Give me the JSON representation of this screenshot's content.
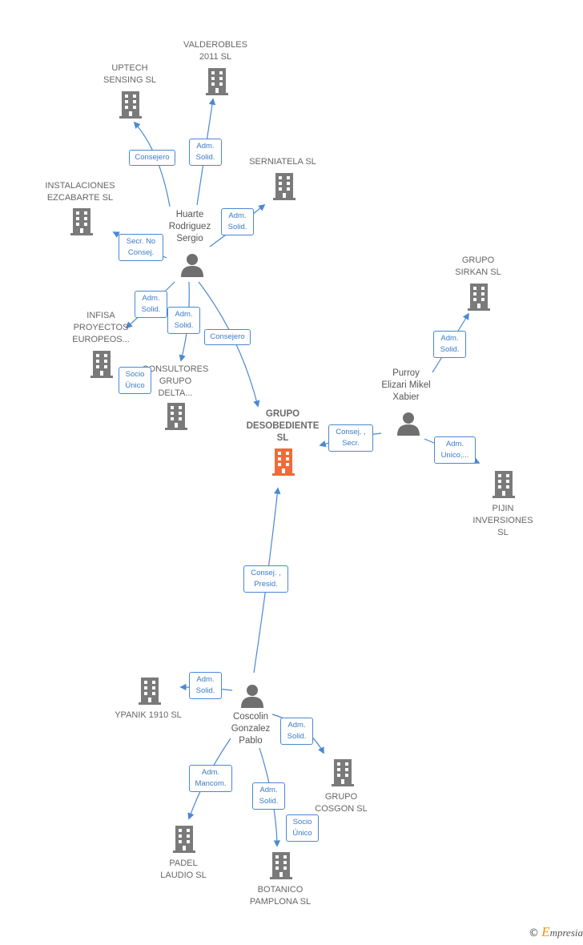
{
  "colors": {
    "edge": "#4a88d2",
    "building": "#7a7a7a",
    "building_center": "#f26a38",
    "person": "#6f6f6f"
  },
  "nodes": {
    "valderobles": {
      "lines": [
        "VALDEROBLES",
        "2011 SL"
      ],
      "icon": "building-icon"
    },
    "uptech": {
      "lines": [
        "UPTECH",
        "SENSING  SL"
      ],
      "icon": "building-icon"
    },
    "serniatela": {
      "lines": [
        "SERNIATELA  SL"
      ],
      "icon": "building-icon"
    },
    "instalaciones": {
      "lines": [
        "INSTALACIONES",
        "EZCABARTE  SL"
      ],
      "icon": "building-icon"
    },
    "infisa": {
      "lines": [
        "INFISA",
        "PROYECTOS",
        "EUROPEOS..."
      ],
      "icon": "building-icon"
    },
    "consultores": {
      "lines": [
        "CONSULTORES",
        "GRUPO",
        "DELTA..."
      ],
      "icon": "building-icon"
    },
    "grupo_sirkan": {
      "lines": [
        "GRUPO",
        "SIRKAN  SL"
      ],
      "icon": "building-icon"
    },
    "grupo_desobediente": {
      "lines": [
        "GRUPO",
        "DESOBEDIENTE",
        "SL"
      ],
      "icon": "building-icon"
    },
    "pijin": {
      "lines": [
        "PIJIN",
        "INVERSIONES",
        "SL"
      ],
      "icon": "building-icon"
    },
    "ypanik": {
      "lines": [
        "YPANIK 1910  SL"
      ],
      "icon": "building-icon"
    },
    "grupo_cosgon": {
      "lines": [
        "GRUPO",
        "COSGON  SL"
      ],
      "icon": "building-icon"
    },
    "padel": {
      "lines": [
        "PADEL",
        "LAUDIO  SL"
      ],
      "icon": "building-icon"
    },
    "botanico": {
      "lines": [
        "BOTANICO",
        "PAMPLONA  SL"
      ],
      "icon": "building-icon"
    }
  },
  "persons": {
    "huarte": {
      "lines": [
        "Huarte",
        "Rodriguez",
        "Sergio"
      ],
      "icon": "person-icon"
    },
    "purroy": {
      "lines": [
        "Purroy",
        "Elizari Mikel",
        "Xabier"
      ],
      "icon": "person-icon"
    },
    "coscolin": {
      "lines": [
        "Coscolin",
        "Gonzalez",
        "Pablo"
      ],
      "icon": "person-icon"
    }
  },
  "relations": {
    "r_consejero_uptech": [
      "Consejero"
    ],
    "r_adm_valderobles": [
      "Adm.",
      "Solid."
    ],
    "r_adm_serniatela": [
      "Adm.",
      "Solid."
    ],
    "r_secr_instalaciones": [
      "Secr.  No",
      "Consej."
    ],
    "r_adm_infisa": [
      "Adm.",
      "Solid."
    ],
    "r_adm_consultores": [
      "Adm.",
      "Solid."
    ],
    "r_consejero_grupo": [
      "Consejero"
    ],
    "r_socio_consultores": [
      "Socio",
      "Único"
    ],
    "r_adm_sirkan": [
      "Adm.",
      "Solid."
    ],
    "r_consej_secr": [
      "Consej. ,",
      "Secr."
    ],
    "r_adm_pijin": [
      "Adm.",
      "Unico,..."
    ],
    "r_consej_presid": [
      "Consej. ,",
      "Presid."
    ],
    "r_adm_ypanik": [
      "Adm.",
      "Solid."
    ],
    "r_adm_cosgon": [
      "Adm.",
      "Solid."
    ],
    "r_adm_mancom": [
      "Adm.",
      "Mancom."
    ],
    "r_adm_botanico": [
      "Adm.",
      "Solid."
    ],
    "r_socio_botanico": [
      "Socio",
      "Único"
    ]
  },
  "footer": {
    "copyright": "©",
    "brand_initial": "E",
    "brand_rest": "mpresia"
  }
}
